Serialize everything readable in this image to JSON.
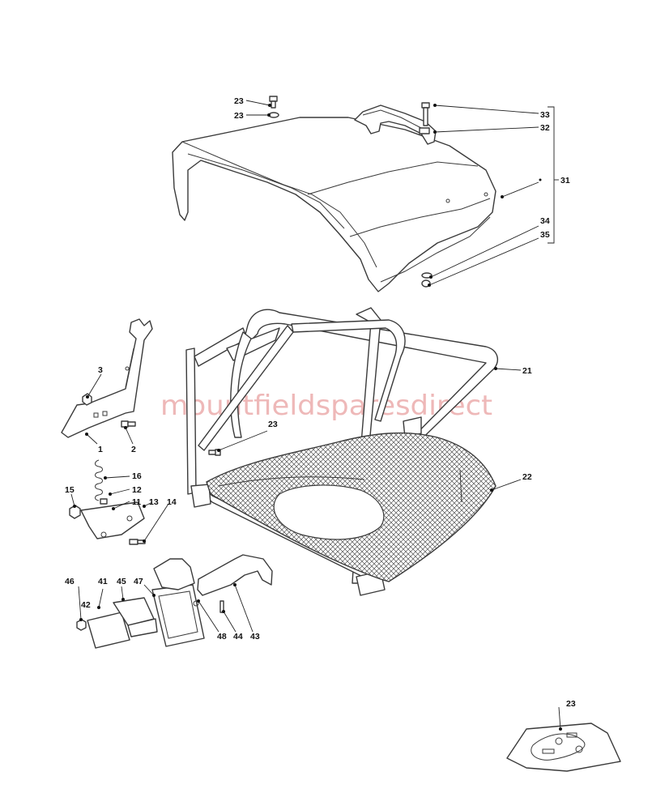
{
  "watermark": "mountfieldsparesdirect",
  "colors": {
    "line": "#3a3a3a",
    "watermark": "#e8a0a0",
    "background": "#ffffff"
  },
  "labels": {
    "l23a": "23",
    "l23b": "23",
    "l33": "33",
    "l32": "32",
    "l31": "31",
    "l34": "34",
    "l35": "35",
    "l21": "21",
    "l22": "22",
    "l23c": "23",
    "l3": "3",
    "l1": "1",
    "l2": "2",
    "l16": "16",
    "l15": "15",
    "l12": "12",
    "l11": "11",
    "l13": "13",
    "l14": "14",
    "l46": "46",
    "l41": "41",
    "l45": "45",
    "l47": "47",
    "l42": "42",
    "l48": "48",
    "l44": "44",
    "l43": "43",
    "l23d": "23"
  }
}
